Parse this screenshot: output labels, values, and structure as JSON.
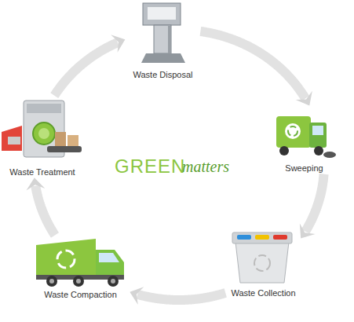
{
  "diagram": {
    "nodes": [
      {
        "text": [
          "Waste Disposal"
        ]
      },
      {
        "text": [
          "Sweeping"
        ]
      },
      {
        "text": [
          "Waste Collection"
        ]
      },
      {
        "text": [
          "Waste Compaction"
        ]
      },
      {
        "text": [
          "Waste Treatment"
        ]
      }
    ],
    "edges": [
      {
        "from": 0,
        "to": 1,
        "arrow": "to"
      },
      {
        "from": 1,
        "to": 2,
        "arrow": "to"
      },
      {
        "from": 2,
        "to": 3,
        "arrow": "to"
      },
      {
        "from": 3,
        "to": 4,
        "arrow": "to"
      },
      {
        "from": 4,
        "to": 0,
        "arrow": "to"
      }
    ],
    "labels": [
      "GREEN",
      "matters"
    ]
  }
}
